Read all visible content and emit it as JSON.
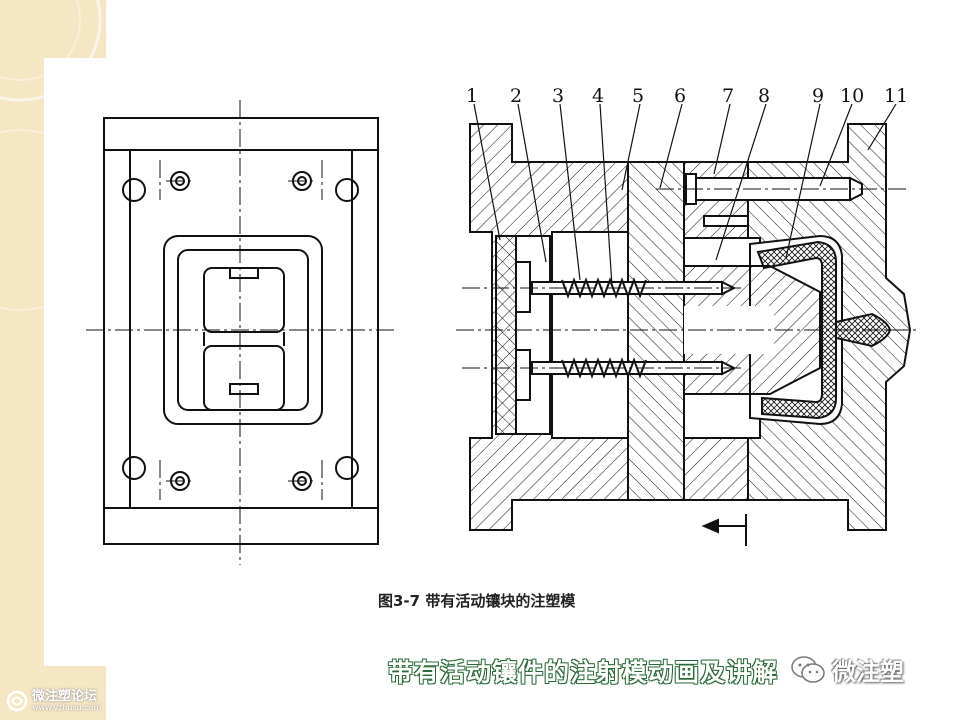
{
  "figure": {
    "part_numbers": [
      "1",
      "2",
      "3",
      "4",
      "5",
      "6",
      "7",
      "8",
      "9",
      "10",
      "11"
    ],
    "caption": "图3-7  带有活动镶块的注塑模"
  },
  "slide": {
    "title": "带有活动镶件的注射模动画及讲解"
  },
  "watermarks": {
    "wechat_name": "微注塑",
    "wechat_icon": "wechat-icon",
    "forum_name": "微注塑论坛",
    "forum_url": "www.vzhusu.com",
    "forum_icon": "forum-logo-icon"
  },
  "colors": {
    "background_strip": "#f5e6c4",
    "line": "#111111",
    "title_outline": "#2a6a3a"
  }
}
